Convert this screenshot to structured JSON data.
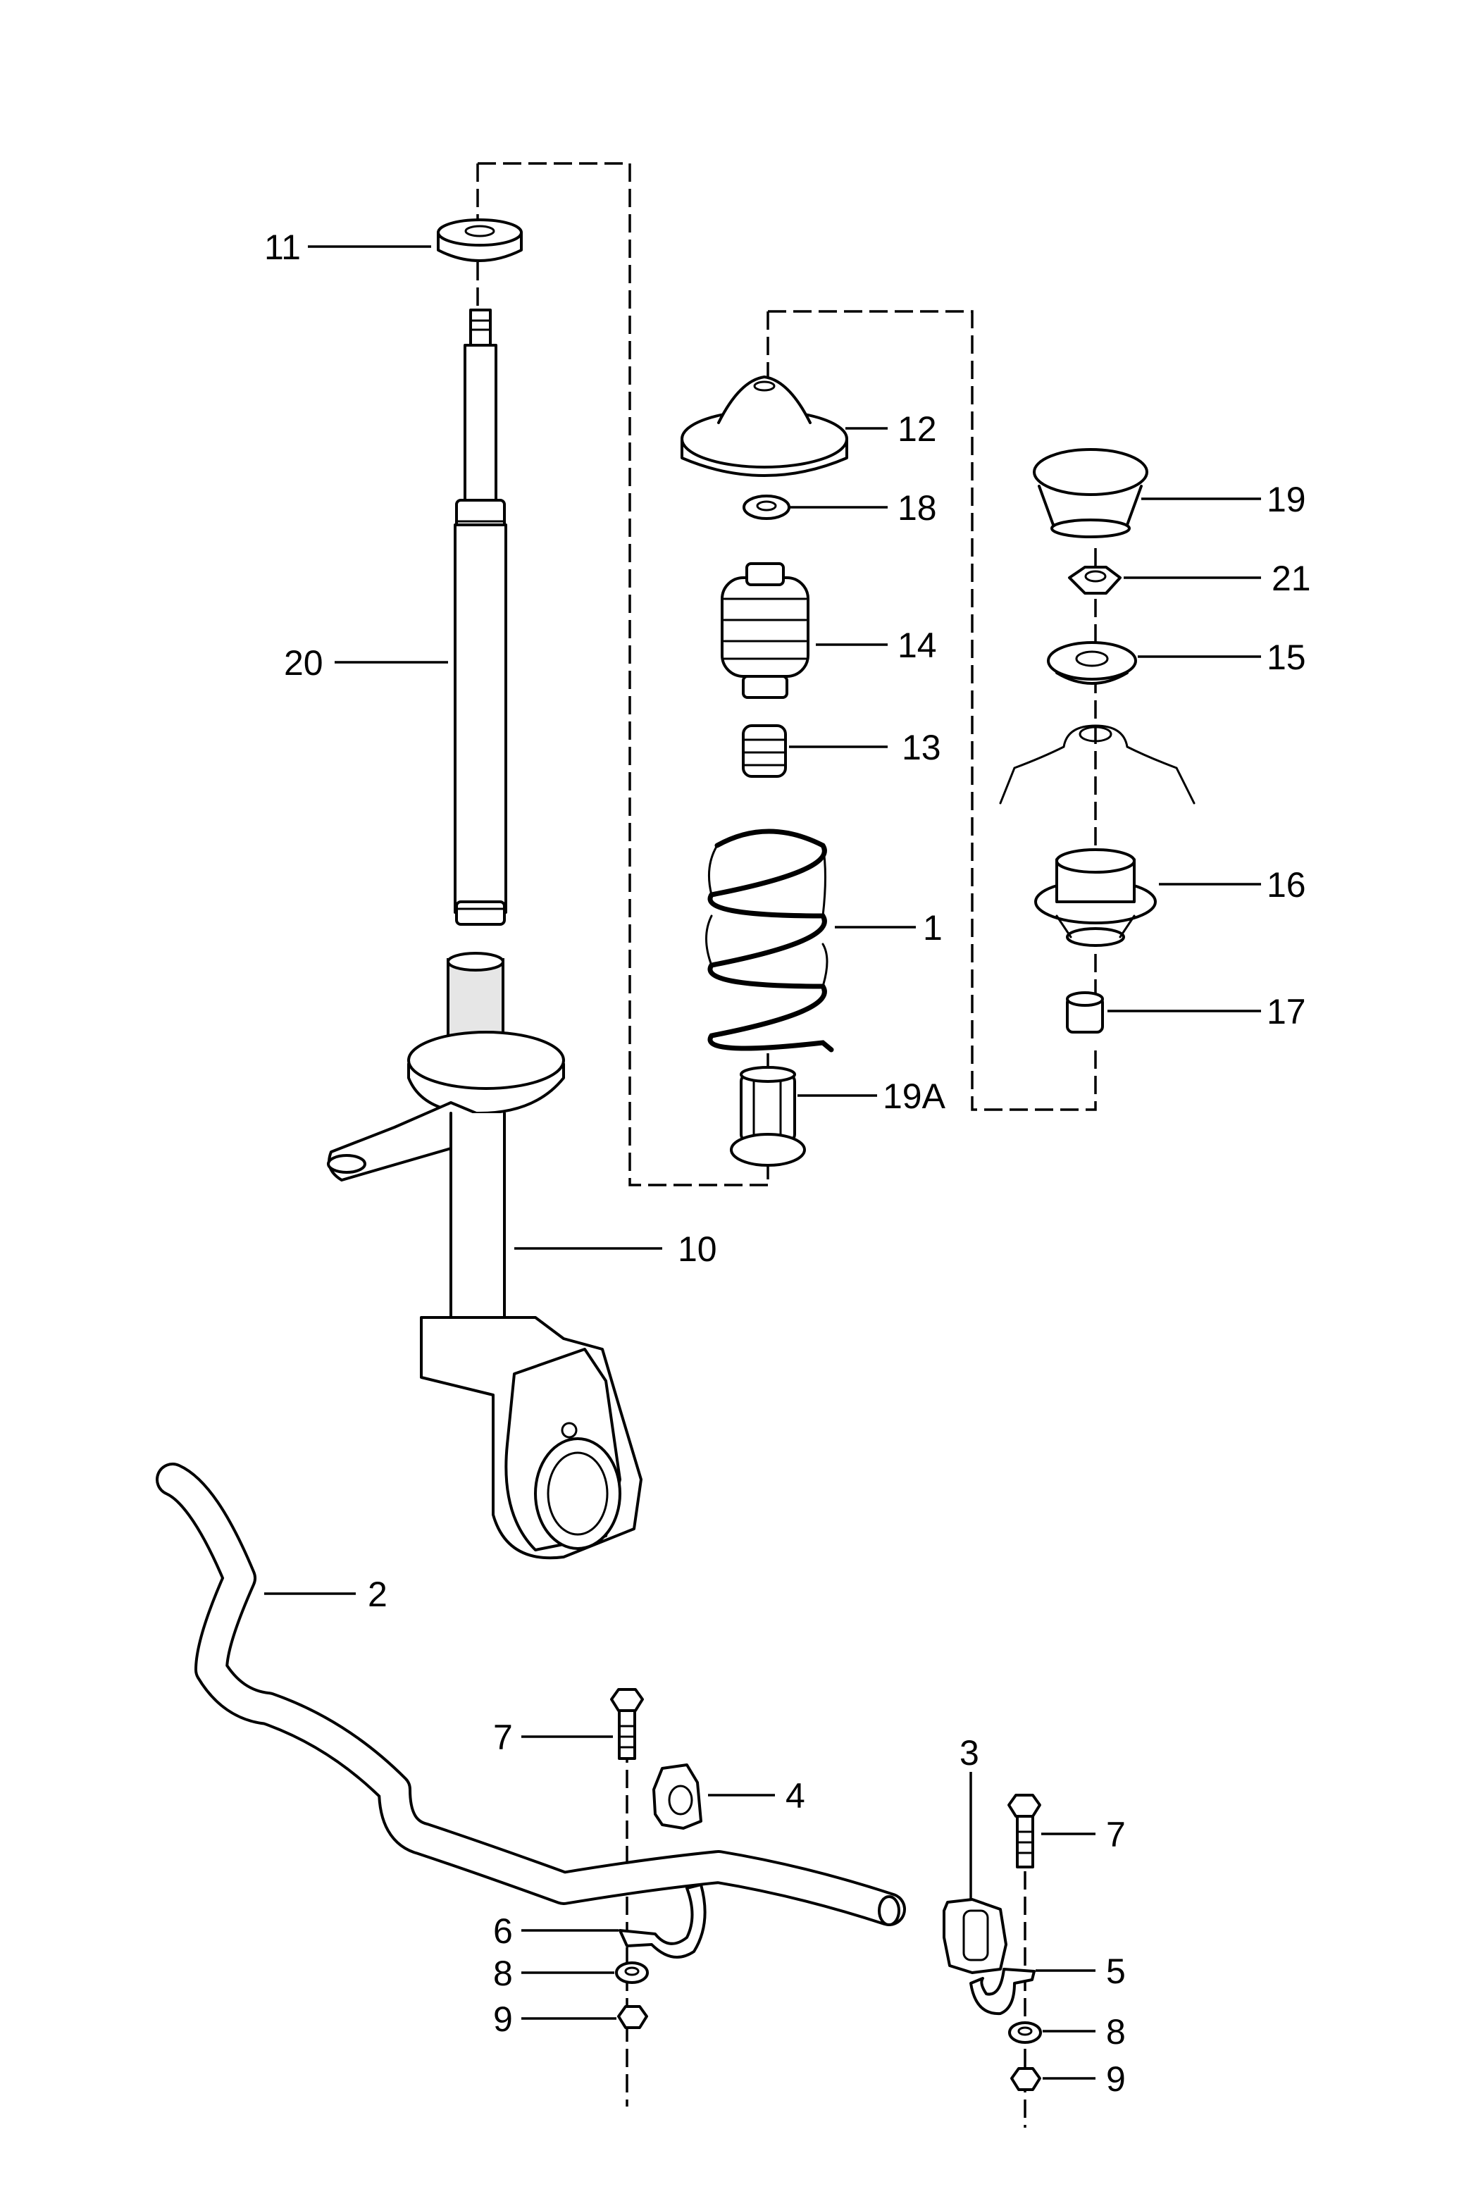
{
  "callouts": {
    "c1": "1",
    "c2": "2",
    "c3": "3",
    "c4": "4",
    "c5": "5",
    "c6": "6",
    "c7a": "7",
    "c7b": "7",
    "c8a": "8",
    "c8b": "8",
    "c9a": "9",
    "c9b": "9",
    "c10": "10",
    "c11": "11",
    "c12": "12",
    "c13": "13",
    "c14": "14",
    "c15": "15",
    "c16": "16",
    "c17": "17",
    "c18": "18",
    "c19": "19",
    "c19a": "19A",
    "c20": "20",
    "c21": "21"
  }
}
